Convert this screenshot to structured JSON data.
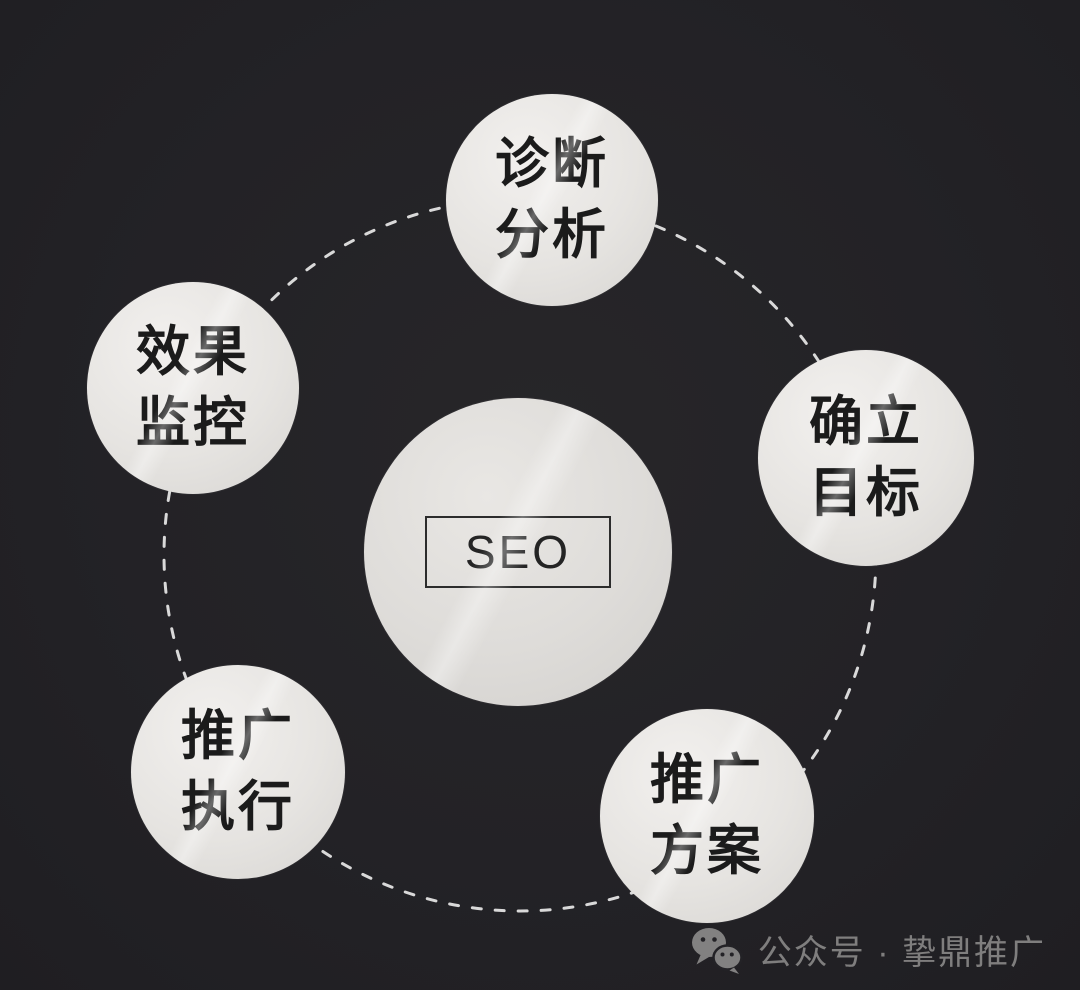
{
  "diagram": {
    "title_concept": "SEO",
    "center_node": {
      "label": "SEO"
    },
    "nodes": {
      "top": {
        "line1": "诊断",
        "line2": "分析"
      },
      "right": {
        "line1": "确立",
        "line2": "目标"
      },
      "bottom_right": {
        "line1": "推广",
        "line2": "方案"
      },
      "bottom_left": {
        "line1": "推广",
        "line2": "执行"
      },
      "left": {
        "line1": "效果",
        "line2": "监控"
      }
    },
    "orbit": {
      "style": "dashed-circle",
      "color": "#d9d9d9"
    }
  },
  "footer": {
    "icon": "wechat-icon",
    "account_label": "公众号 · 挚鼎推广"
  },
  "colors": {
    "background": "#232226",
    "node_fill": "#e6e4e1",
    "node_text": "#1b1b1b",
    "orbit_dash": "#d9d9d9",
    "footer_text": "#7f7e7e"
  }
}
